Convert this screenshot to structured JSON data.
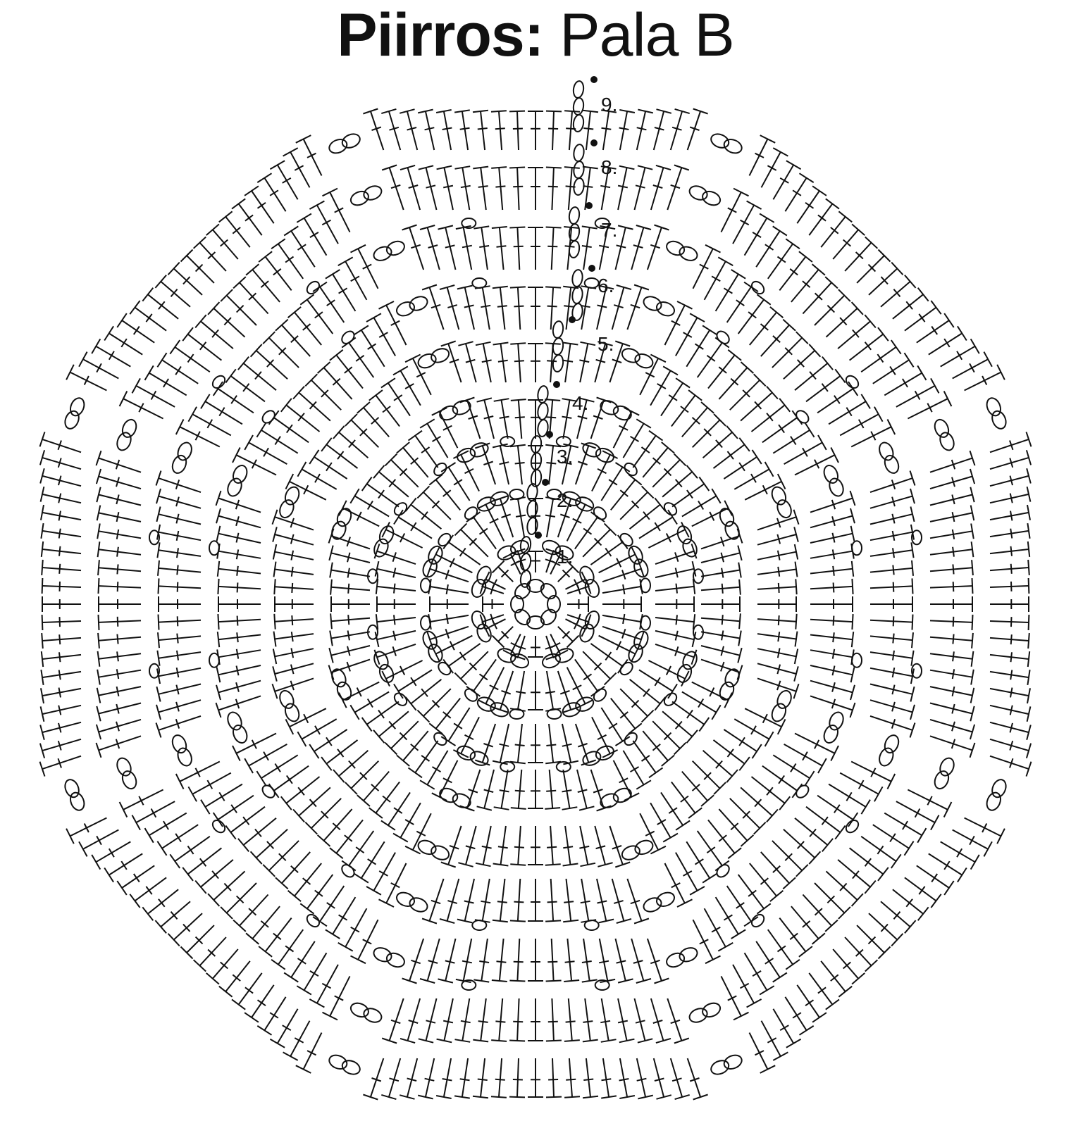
{
  "title": {
    "bold": "Piirros:",
    "regular": "Pala B"
  },
  "round_labels": [
    "1.",
    "2.",
    "3.",
    "4.",
    "5.",
    "6.",
    "7.",
    "8.",
    "9."
  ],
  "colors": {
    "ink": "#111111",
    "background": "#ffffff"
  },
  "symbols": {
    "chain": "chain-stitch-oval",
    "double_crochet": "t-stitch-with-crossbar",
    "slip_stitch": "filled-dot"
  }
}
